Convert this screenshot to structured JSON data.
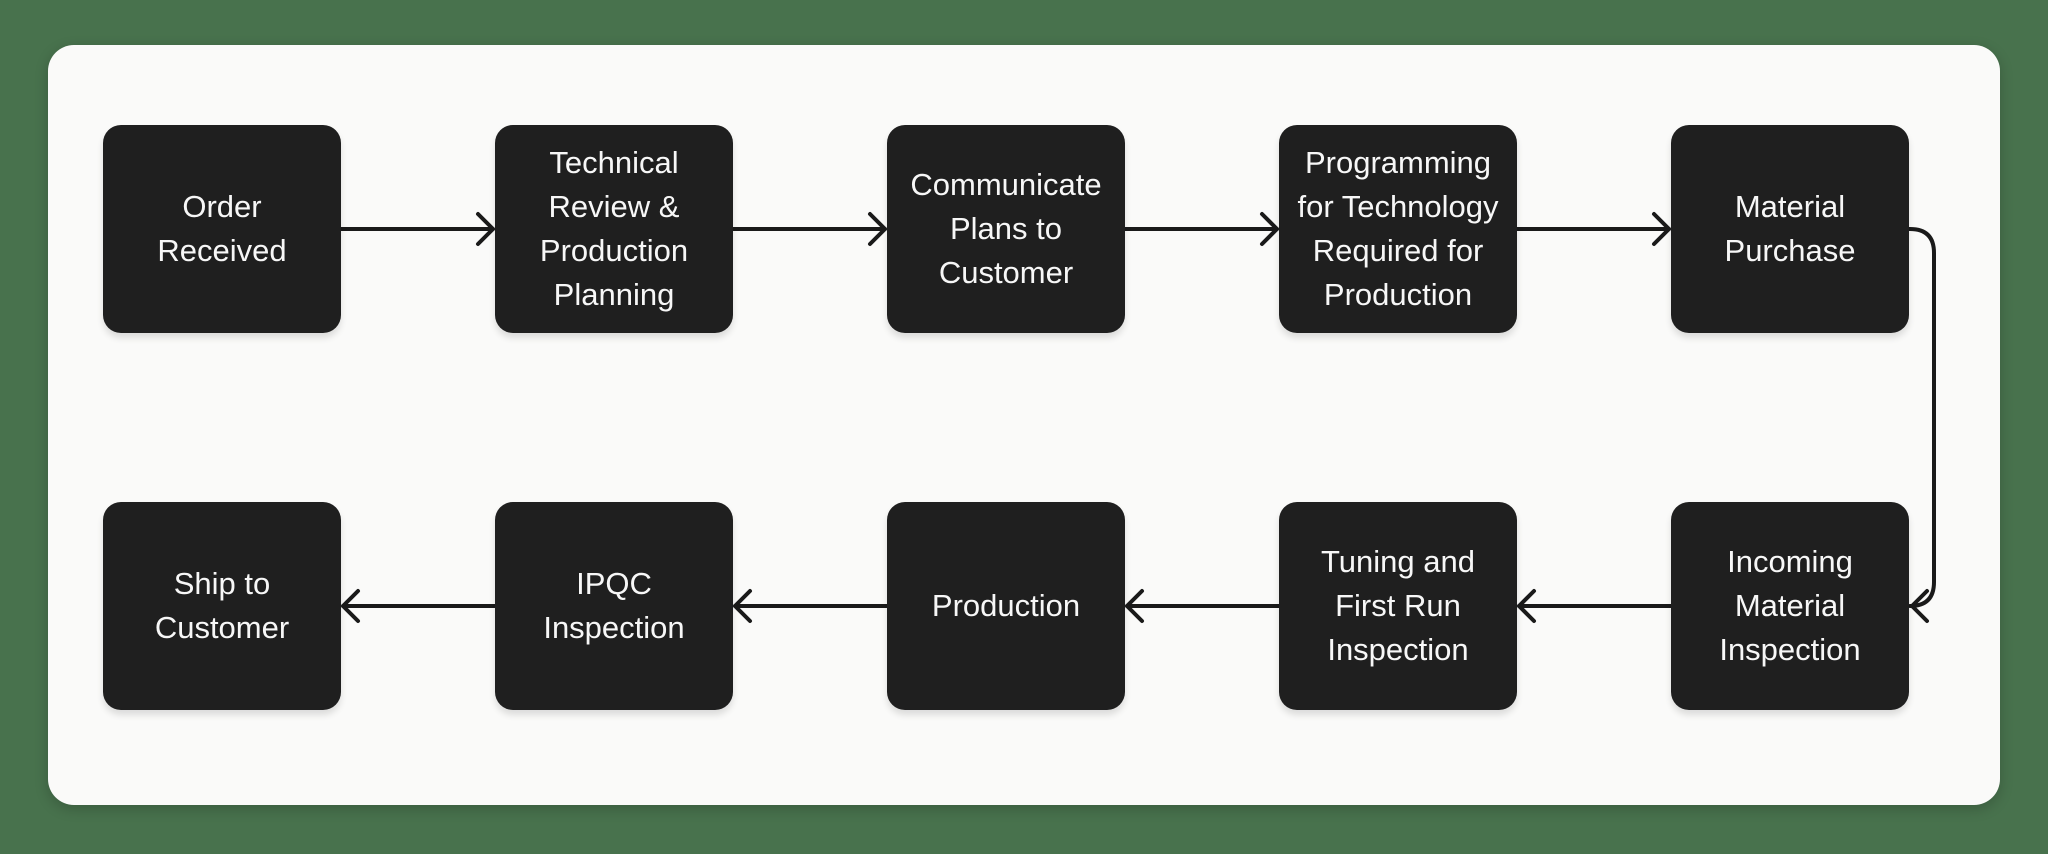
{
  "diagram": {
    "type": "flowchart",
    "colors": {
      "background": "#48724D",
      "card": "#FAFAF9",
      "node_fill": "#1F1F1F",
      "node_text": "#F7F7F7",
      "arrow": "#1A1A1A"
    },
    "nodes": [
      {
        "label": "Order\nReceived"
      },
      {
        "label": "Technical\nReview &\nProduction\nPlanning"
      },
      {
        "label": "Communicate\nPlans to\nCustomer"
      },
      {
        "label": "Programming\nfor Technology\nRequired for\nProduction"
      },
      {
        "label": "Material\nPurchase"
      },
      {
        "label": "Incoming\nMaterial\nInspection"
      },
      {
        "label": "Tuning and\nFirst Run\nInspection"
      },
      {
        "label": "Production"
      },
      {
        "label": "IPQC\nInspection"
      },
      {
        "label": "Ship to\nCustomer"
      }
    ],
    "flow_sequence": [
      "Order Received",
      "Technical Review & Production Planning",
      "Communicate Plans to Customer",
      "Programming for Technology Required for Production",
      "Material Purchase",
      "Incoming Material Inspection",
      "Tuning and First Run Inspection",
      "Production",
      "IPQC Inspection",
      "Ship to Customer"
    ]
  }
}
